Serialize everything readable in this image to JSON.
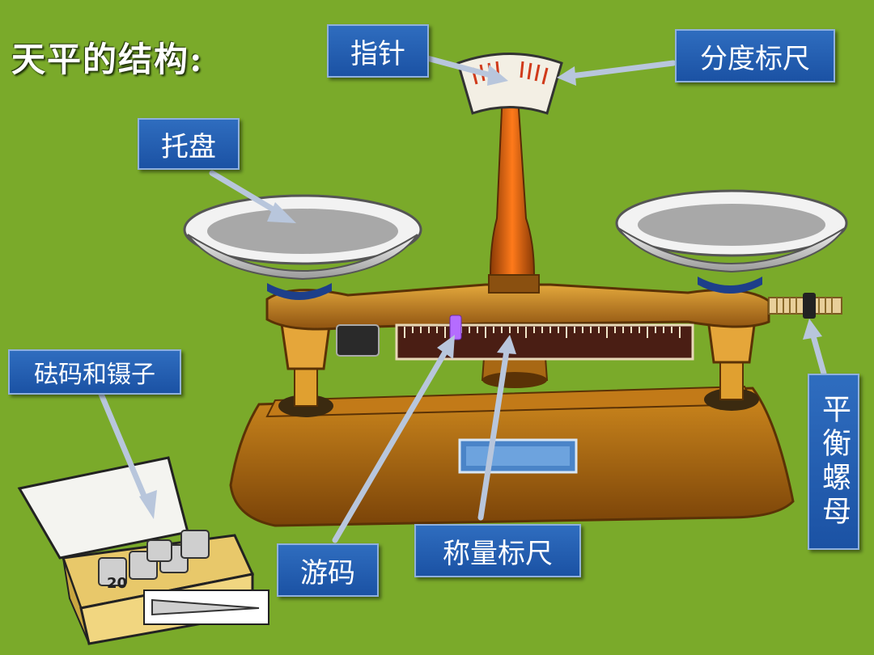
{
  "title": "天平的结构:",
  "labels": {
    "pointer": "指针",
    "scale_plate": "分度标尺",
    "tray": "托盘",
    "weights_tweezers": "砝码和镊子",
    "rider": "游码",
    "beam_scale": "称量标尺",
    "balance_nut": "平衡螺母"
  },
  "weight_label": "20",
  "colors": {
    "background": "#7aaa2a",
    "label_bg": "#1f5aab",
    "arrow": "#b8c6dc",
    "scale_body": "#b8700e"
  }
}
